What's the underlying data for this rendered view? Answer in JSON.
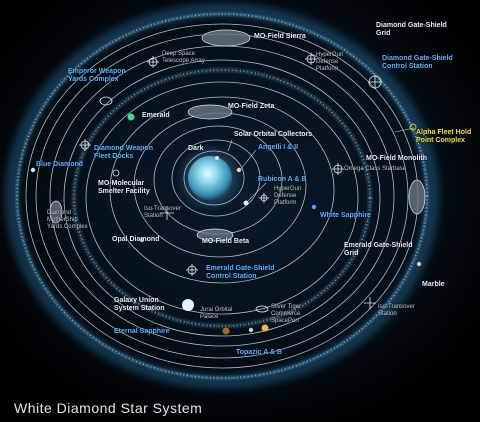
{
  "title": "White Diamond Star System",
  "labels": {
    "diamond_gate_shield_grid": "Diamond Gate-Shield\nGrid",
    "diamond_gate_shield_control": "Diamond Gate-Shield\nControl Station",
    "mo_field_sierra": "MO-Field Sierra",
    "hypergun_defense_top": "HyperGun\nDefense\nPlatform",
    "deep_space_telescope": "Deep Space\nTelescope Array",
    "emperor_weapon_yards": "Emperor Weapon\nYards Complex",
    "mo_field_zeta": "MO-Field Zeta",
    "emerald": "Emerald",
    "alpha_fleet_hold": "Alpha Fleet Hold\nPoint Complex",
    "solar_orbital_collectors": "Solar Orbital Collectors",
    "diamond_weapon_fleet_docks": "Diamond Weapon\nFleet Docks",
    "dark": "Dark",
    "angelli": "Angelli I & II",
    "blue_diamond": "Blue Diamond",
    "mo_field_monolith": "MO-Field Monolith",
    "omega_class_starbase": "Omega Class Starbase",
    "mo_molecular_smelter": "MO-Molecular\nSmelter Facility",
    "rubicon": "Rubicon A & B",
    "hypergun_defense_inner": "HyperGun\nDefense\nPlatform",
    "iso_transover_inner": "Iso-Transover\nStation",
    "white_sapphire": "White Sapphire",
    "diamond_mothership_yards": "Diamond\nMotherShip\nYards Complex",
    "mo_field_beta": "MO-Field Beta",
    "opal_diamond": "Opal Diamond",
    "emerald_gate_shield_grid": "Emerald Gate-Shield\nGrid",
    "emerald_gate_shield_control": "Emerald Gate-Shield\nControl Station",
    "marble": "Marble",
    "galaxy_union_station": "Galaxy Union\nSystem Station",
    "jurai_orbital_palace": "Jurai Orbital\nPalace",
    "silver_tiger": "Silver Tiger\nCommerce\nSpacePort",
    "iso_transover_outer": "Iso-Transover\nStation",
    "eternal_sapphire": "Eternal Sapphire",
    "topazic": "Topazic A & B"
  },
  "colors": {
    "background": "#000000",
    "orbit": "#cfd6e0",
    "belt": "#7fc4ff",
    "star": "#7fd0e6",
    "label_white": "#e8eef8",
    "label_blue": "#5fb4ff",
    "label_yellow": "#f2e24a"
  }
}
